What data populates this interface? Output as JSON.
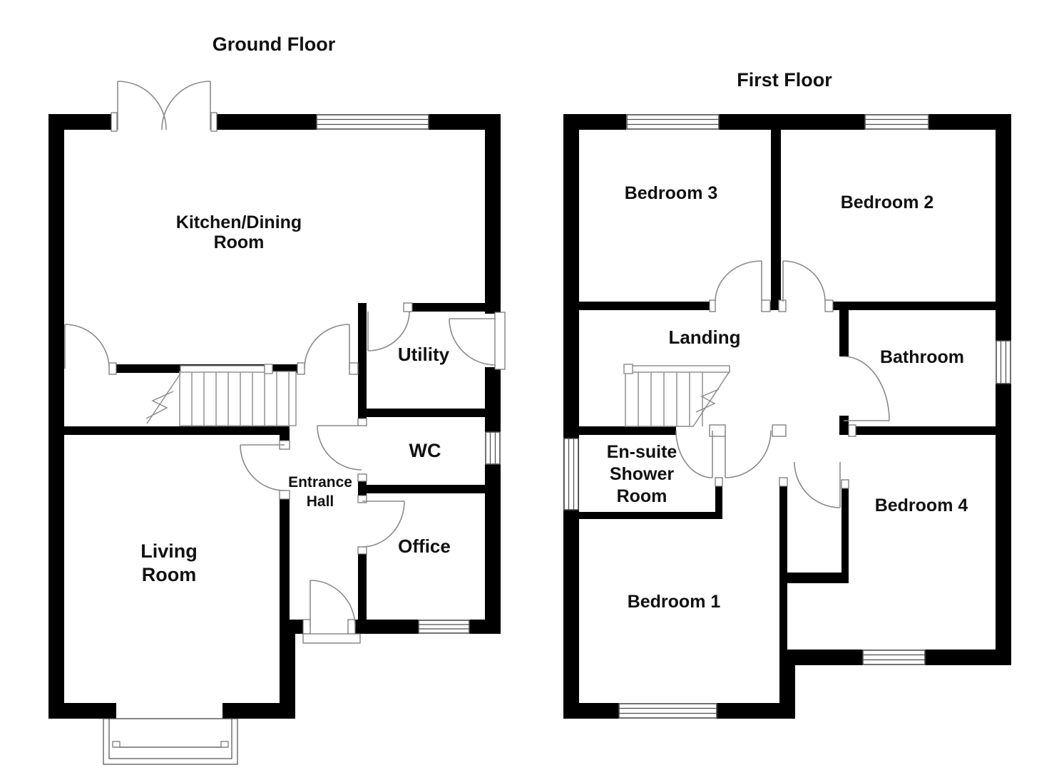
{
  "ground_floor": {
    "title": "Ground Floor",
    "rooms": {
      "kitchen_line1": "Kitchen/Dining",
      "kitchen_line2": "Room",
      "utility": "Utility",
      "wc": "WC",
      "entrance_line1": "Entrance",
      "entrance_line2": "Hall",
      "office": "Office",
      "living_line1": "Living",
      "living_line2": "Room"
    }
  },
  "first_floor": {
    "title": "First Floor",
    "rooms": {
      "bedroom3": "Bedroom 3",
      "bedroom2": "Bedroom 2",
      "landing": "Landing",
      "bathroom": "Bathroom",
      "ensuite_line1": "En-suite",
      "ensuite_line2": "Shower",
      "ensuite_line3": "Room",
      "bedroom4": "Bedroom 4",
      "bedroom1": "Bedroom 1"
    }
  },
  "colors": {
    "wall": "#000000",
    "door_line": "#8a8a8a",
    "window_line": "#4d4d4d",
    "text": "#111111",
    "background": "#ffffff"
  }
}
